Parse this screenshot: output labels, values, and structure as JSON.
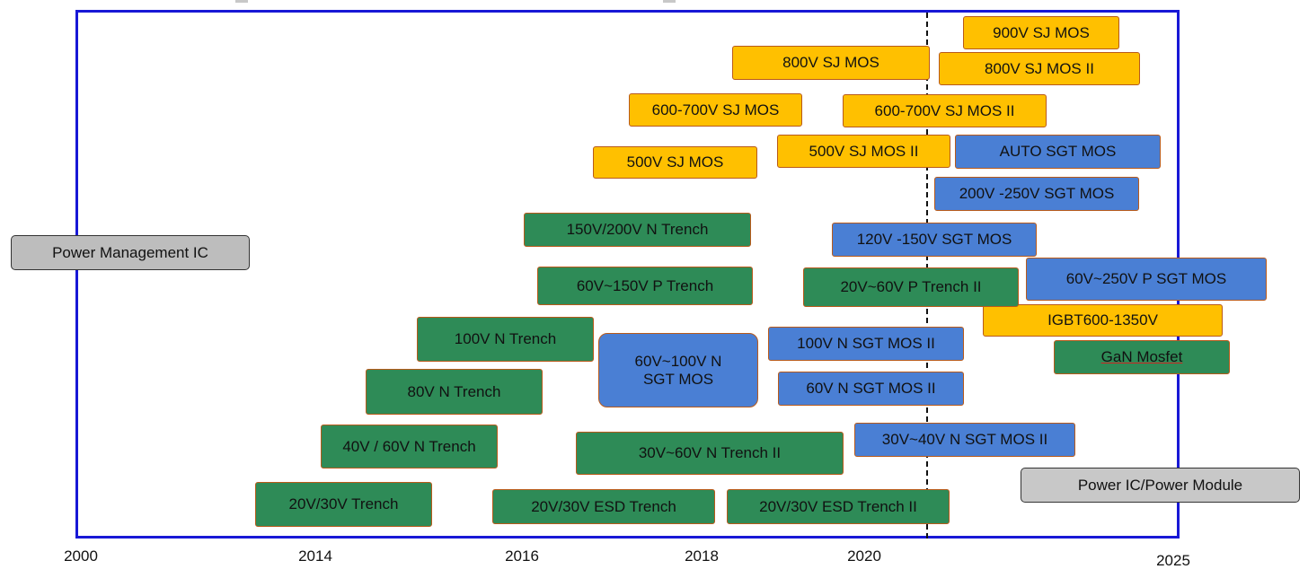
{
  "axis": {
    "ticks": [
      "2000",
      "2014",
      "2016",
      "2018",
      "2020",
      "2025"
    ]
  },
  "side_labels": {
    "left": "Power Management IC",
    "right": "Power IC/Power Module"
  },
  "colors": {
    "frame": "#1818d6",
    "green": "#2e8b57",
    "yellow": "#ffc000",
    "blue": "#4a7fd4",
    "gray": "#bdbdbd"
  },
  "products": {
    "sj_900v": "900V SJ MOS",
    "sj_800v": "800V SJ MOS",
    "sj_800v_ii": "800V SJ MOS II",
    "sj_600_700v": "600-700V SJ MOS",
    "sj_600_700v_ii": "600-700V SJ MOS II",
    "sj_500v": "500V SJ MOS",
    "sj_500v_ii": "500V SJ MOS II",
    "auto_sgt": "AUTO SGT MOS",
    "sgt_200_250v": "200V -250V SGT MOS",
    "trench_150_200v_n": "150V/200V N Trench",
    "sgt_120_150v": "120V -150V SGT MOS",
    "trench_60_150v_p": "60V~150V P Trench",
    "trench_20_60v_p_ii": "20V~60V P Trench II",
    "sgt_60_250v_p": "60V~250V P  SGT MOS",
    "igbt": "IGBT600-1350V",
    "trench_100v_n": "100V N Trench",
    "sgt_60_100v_n_line1": "60V~100V N",
    "sgt_60_100v_n_line2": "SGT MOS",
    "sgt_100v_n_ii": "100V N  SGT MOS II",
    "gan": "GaN Mosfet",
    "trench_80v_n": "80V N Trench",
    "sgt_60v_n_ii": "60V N  SGT MOS II",
    "trench_40_60v_n": "40V / 60V N Trench",
    "trench_30_60v_n_ii": "30V~60V N Trench II",
    "sgt_30_40v_n_ii": "30V~40V N  SGT MOS II",
    "trench_20_30v": "20V/30V Trench",
    "esd_trench": "20V/30V  ESD Trench",
    "esd_trench_ii": "20V/30V  ESD Trench II"
  }
}
